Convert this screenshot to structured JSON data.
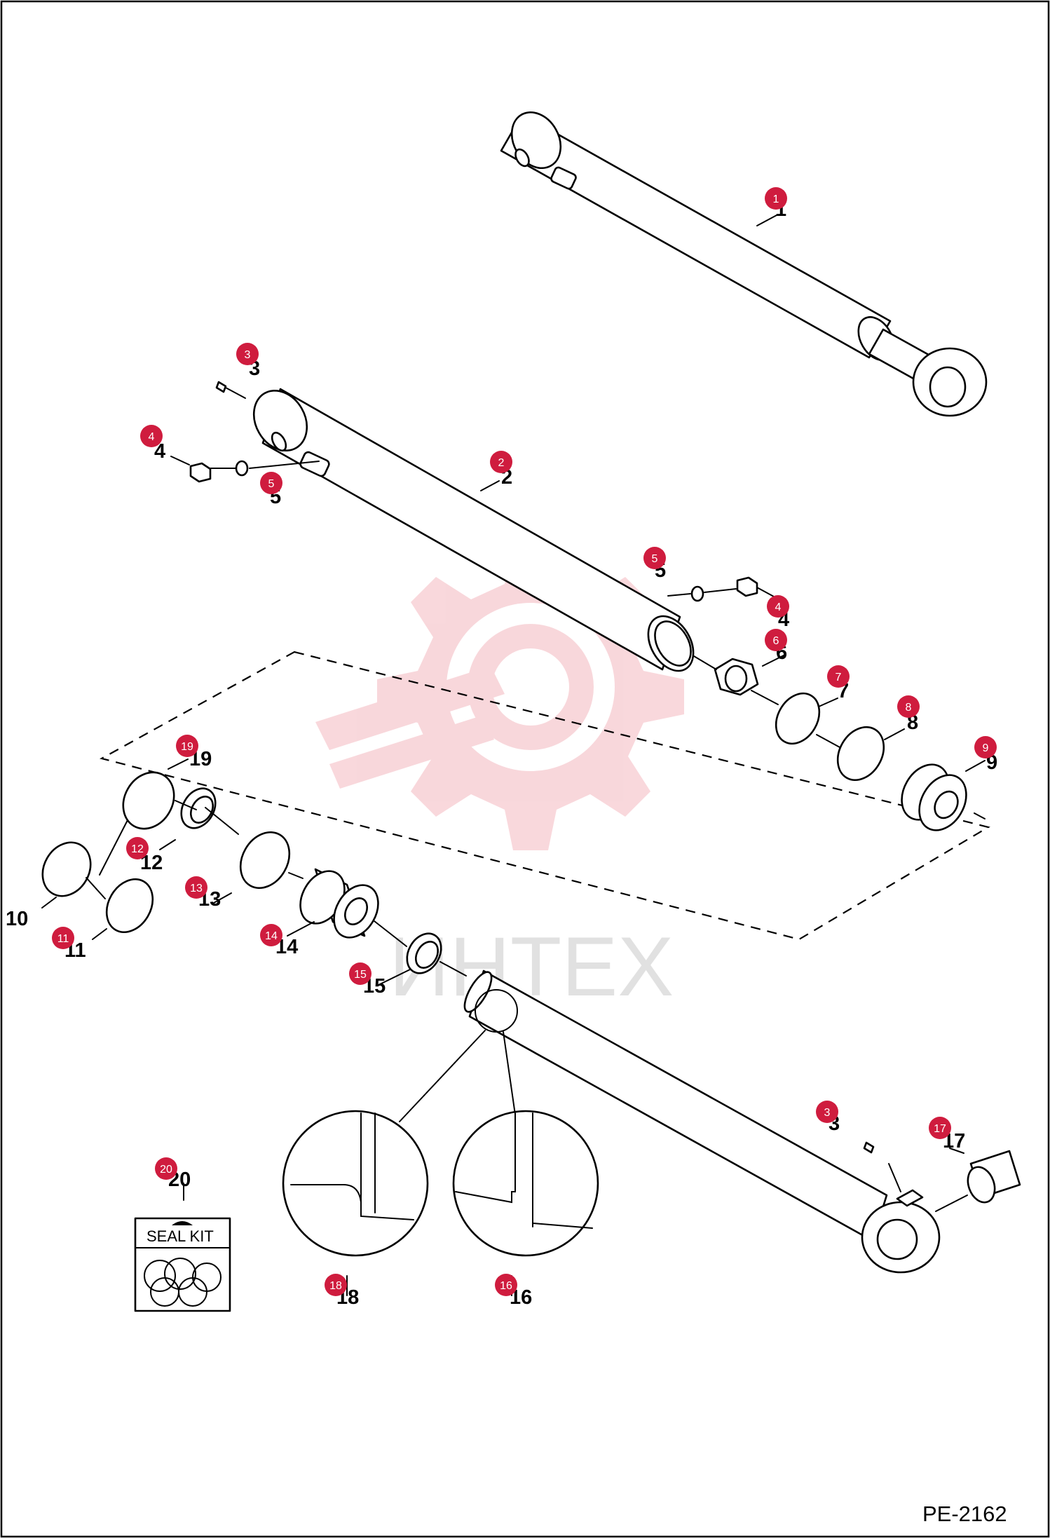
{
  "diagram_ref": "PE-2162",
  "watermark": {
    "text": "ИНТЕХ",
    "color": "#f4b8bf"
  },
  "seal_kit": {
    "label": "SEAL KIT"
  },
  "accent_color": "#cf1c3e",
  "callouts": [
    {
      "id": "1",
      "num": "1",
      "badge": "1"
    },
    {
      "id": "2",
      "num": "2",
      "badge": "2"
    },
    {
      "id": "3a",
      "num": "3",
      "badge": "3"
    },
    {
      "id": "3b",
      "num": "3",
      "badge": "3"
    },
    {
      "id": "4a",
      "num": "4",
      "badge": "4"
    },
    {
      "id": "4b",
      "num": "4",
      "badge": "4"
    },
    {
      "id": "5a",
      "num": "5",
      "badge": "5"
    },
    {
      "id": "5b",
      "num": "5",
      "badge": "5"
    },
    {
      "id": "6",
      "num": "6",
      "badge": "6"
    },
    {
      "id": "7",
      "num": "7",
      "badge": "7"
    },
    {
      "id": "8",
      "num": "8",
      "badge": "8"
    },
    {
      "id": "9",
      "num": "9",
      "badge": "9"
    },
    {
      "id": "10",
      "num": "10",
      "badge": ""
    },
    {
      "id": "11",
      "num": "11",
      "badge": "11"
    },
    {
      "id": "12",
      "num": "12",
      "badge": "12"
    },
    {
      "id": "13",
      "num": "13",
      "badge": "13"
    },
    {
      "id": "14",
      "num": "14",
      "badge": "14"
    },
    {
      "id": "15",
      "num": "15",
      "badge": "15"
    },
    {
      "id": "16",
      "num": "16",
      "badge": "16"
    },
    {
      "id": "17",
      "num": "17",
      "badge": "17"
    },
    {
      "id": "18",
      "num": "18",
      "badge": "18"
    },
    {
      "id": "19",
      "num": "19",
      "badge": "19"
    },
    {
      "id": "20",
      "num": "20",
      "badge": "20"
    }
  ]
}
